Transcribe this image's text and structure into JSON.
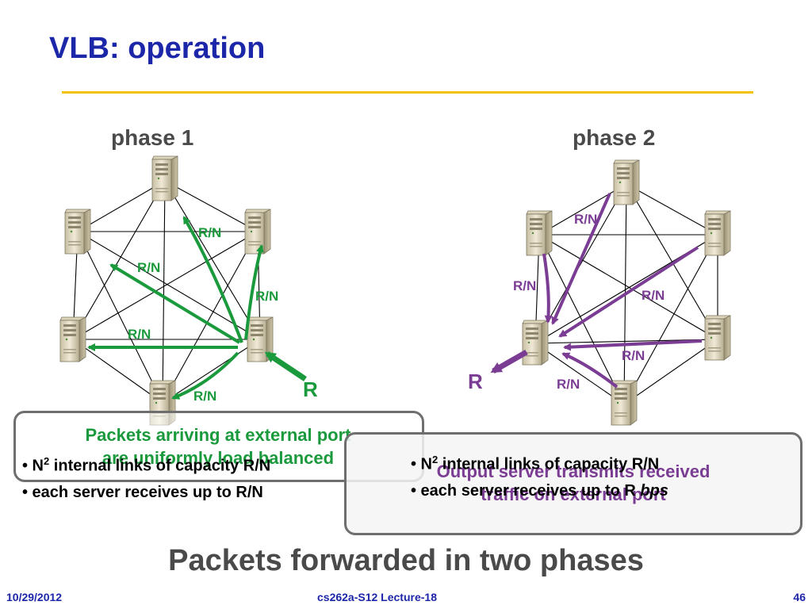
{
  "slide": {
    "title": "VLB: operation",
    "phase1_label": "phase 1",
    "phase2_label": "phase 2",
    "bottom_text": "Packets forwarded in two phases"
  },
  "phase1": {
    "link_labels": [
      "R/N",
      "R/N",
      "R/N",
      "R/N",
      "R/N"
    ],
    "input_label": "R",
    "callout": [
      "Packets arriving at external port",
      "are uniformly load balanced"
    ],
    "bullet1_a": "• N",
    "bullet1_sup": "2",
    "bullet1_b": " internal links of capacity R/N",
    "bullet2": "• each server receives up to R/N"
  },
  "phase2": {
    "link_labels": [
      "R/N",
      "R/N",
      "R/N",
      "R/N",
      "R/N"
    ],
    "output_label": "R",
    "callout": [
      "Output server transmits received",
      "traffic on external port"
    ],
    "bullet1_a": "• N",
    "bullet1_sup": "2",
    "bullet1_b": " internal links of capacity R/N",
    "bullet2_a": "• each server receives up to R ",
    "bullet2_b": "bps"
  },
  "footer": {
    "date": "10/29/2012",
    "course": "cs262a-S12 Lecture-18",
    "page": "46"
  },
  "colors": {
    "title": "#1c26a8",
    "rule": "#f2c200",
    "phase1_arrows": "#1a9a3c",
    "phase2_arrows": "#7a3d93"
  },
  "icons": [
    "server-icon"
  ]
}
